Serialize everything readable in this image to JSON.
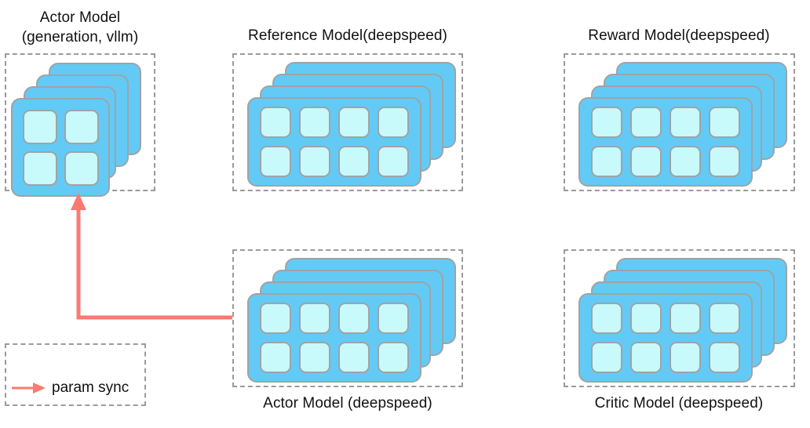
{
  "diagram": {
    "title_colors": {
      "card_fill": "#63caf5",
      "card_border": "#9fa3a6",
      "cell_fill": "#c8f9fb",
      "cell_border": "#9fa3a6",
      "dashed_border": "#9a9a9a",
      "arrow": "#fa7a72",
      "text": "#111111",
      "background": "#ffffff"
    },
    "groups": [
      {
        "id": "actor-vllm",
        "label": "Actor Model\n(generation, vllm)",
        "label_position": "top",
        "grid": "2x2",
        "cards": 4,
        "cells": 4
      },
      {
        "id": "reference",
        "label": "Reference Model(deepspeed)",
        "label_position": "top",
        "grid": "4x2",
        "cards": 4,
        "cells": 8
      },
      {
        "id": "reward",
        "label": "Reward Model(deepspeed)",
        "label_position": "top",
        "grid": "4x2",
        "cards": 4,
        "cells": 8
      },
      {
        "id": "actor-deepspeed",
        "label": "Actor Model (deepspeed)",
        "label_position": "bottom",
        "grid": "4x2",
        "cards": 4,
        "cells": 8
      },
      {
        "id": "critic",
        "label": "Critic Model (deepspeed)",
        "label_position": "bottom",
        "grid": "4x2",
        "cards": 4,
        "cells": 8
      }
    ],
    "legend": {
      "arrow_label": "param sync",
      "arrow_color": "#fa7a72"
    },
    "connection": {
      "from": "actor-deepspeed",
      "to": "actor-vllm",
      "label": "param sync",
      "style": "elbow-arrow"
    }
  }
}
